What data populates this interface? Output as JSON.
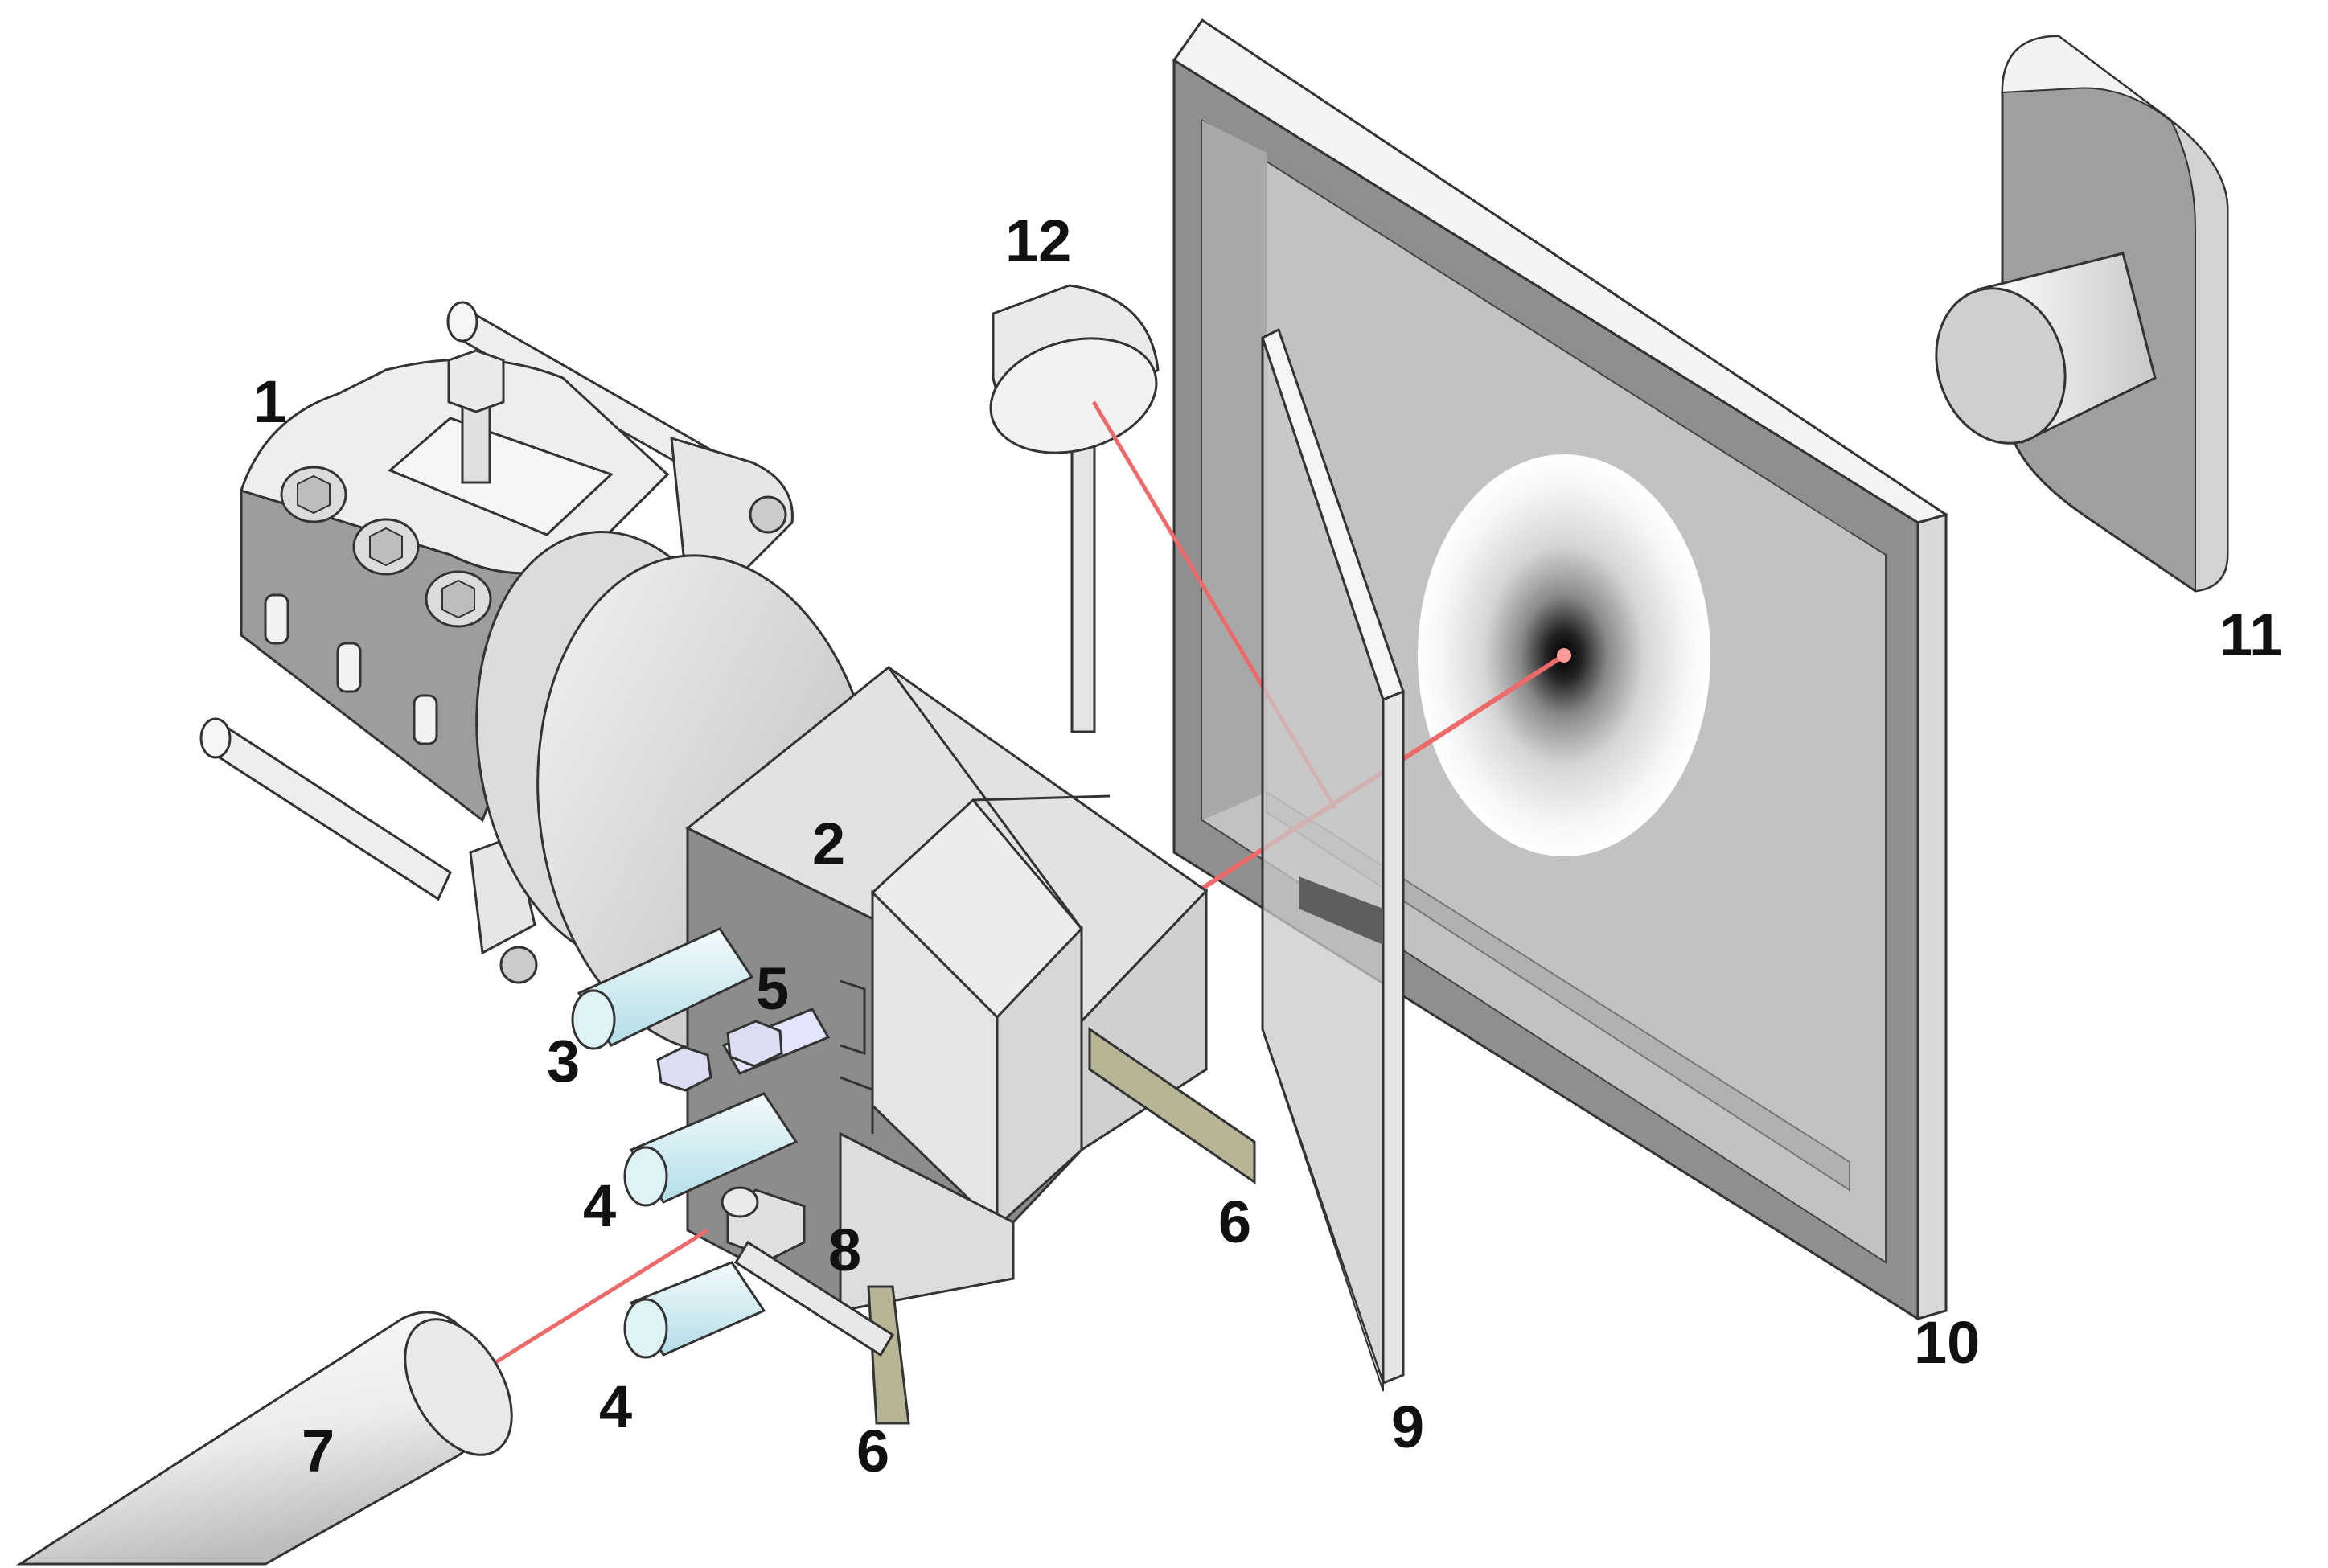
{
  "figure": {
    "labels": {
      "l1": "1",
      "l2": "2",
      "l3": "3",
      "l4a": "4",
      "l4b": "4",
      "l5": "5",
      "l6a": "6",
      "l6b": "6",
      "l7": "7",
      "l8": "8",
      "l9": "9",
      "l10": "10",
      "l11": "11",
      "l12": "12"
    },
    "colors": {
      "laser_beam": "#ec6a6a",
      "metal_light": "#f2f2f2",
      "metal_mid": "#d2d2d2",
      "metal_dark": "#9a9a9a",
      "rod_cyan": "#ccecf2",
      "screen_frame": "#8f8f8f",
      "screen_inner": "#c2c2c2",
      "electrode_strip": "#b7b595"
    }
  }
}
